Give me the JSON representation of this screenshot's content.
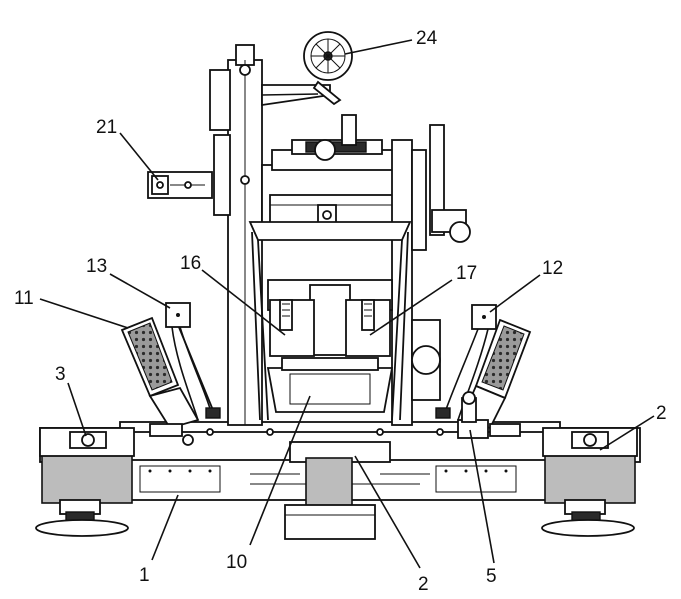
{
  "callouts": {
    "c1": "1",
    "c2a": "2",
    "c2b": "2",
    "c3": "3",
    "c5": "5",
    "c10": "10",
    "c11": "11",
    "c12": "12",
    "c13": "13",
    "c16": "16",
    "c17": "17",
    "c21": "21",
    "c24": "24"
  }
}
